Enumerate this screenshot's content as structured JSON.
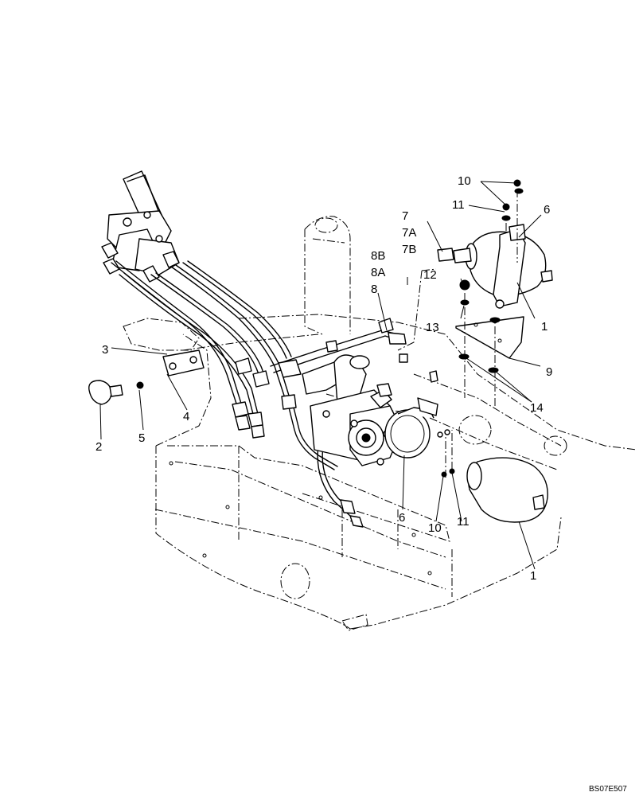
{
  "drawing_code": "BS07E507",
  "callouts": {
    "c1_upper": "1",
    "c1_lower": "1",
    "c2": "2",
    "c3": "3",
    "c4": "4",
    "c5": "5",
    "c6_upper": "6",
    "c6_lower": "6",
    "c7": "7",
    "c7a": "7A",
    "c7b": "7B",
    "c8": "8",
    "c8a": "8A",
    "c8b": "8B",
    "c9": "9",
    "c10_upper": "10",
    "c10_lower": "10",
    "c11_upper": "11",
    "c11_lower": "11",
    "c12": "12",
    "c13": "13",
    "c14": "14"
  }
}
